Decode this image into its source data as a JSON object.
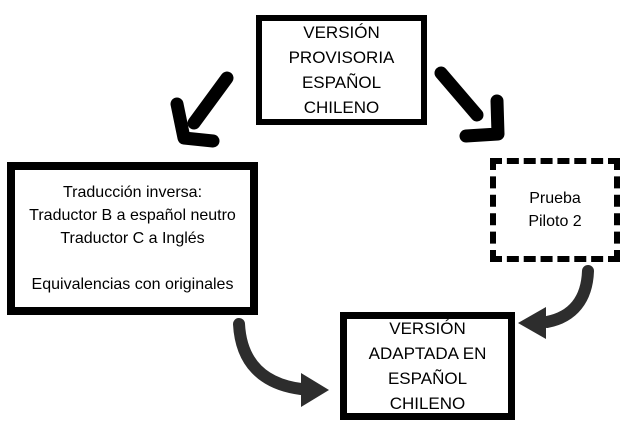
{
  "diagram": {
    "colors": {
      "background": "#ffffff",
      "box_border": "#000000",
      "text": "#000000",
      "straight_arrow": "#000000",
      "curved_arrow": "#2d2d2d"
    },
    "nodes": {
      "provisoria": {
        "border_style": "solid",
        "lines": [
          "VERSIÓN",
          "PROVISORIA",
          "ESPAÑOL",
          "CHILENO"
        ]
      },
      "inversa": {
        "border_style": "solid",
        "lines": [
          "Traducción inversa:",
          "Traductor B a español neutro",
          "Traductor C a Inglés",
          "",
          "Equivalencias con originales"
        ]
      },
      "piloto": {
        "border_style": "dashed",
        "lines": [
          "Prueba",
          "Piloto 2"
        ]
      },
      "adaptada": {
        "border_style": "solid",
        "lines": [
          "VERSIÓN",
          "ADAPTADA EN",
          "ESPAÑOL",
          "CHILENO"
        ]
      }
    },
    "arrows": [
      {
        "name": "provisoria-to-inversa",
        "style": "straight",
        "direction": "down-left"
      },
      {
        "name": "provisoria-to-piloto",
        "style": "straight",
        "direction": "down-right"
      },
      {
        "name": "inversa-to-adaptada",
        "style": "curved",
        "direction": "down-right"
      },
      {
        "name": "piloto-to-adaptada",
        "style": "curved",
        "direction": "down-left"
      }
    ]
  }
}
